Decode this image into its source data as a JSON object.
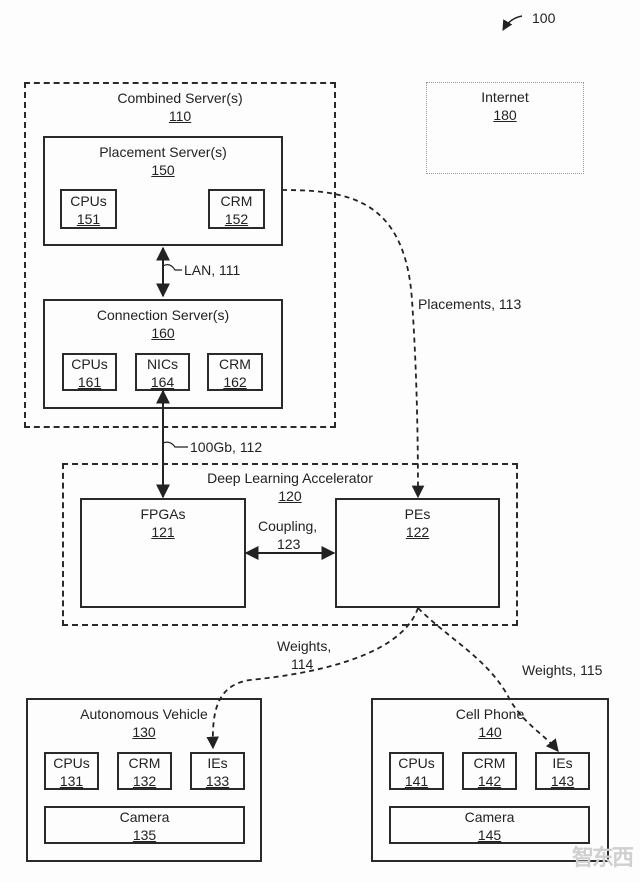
{
  "figure_ref": "100",
  "internet": {
    "title": "Internet",
    "ref": "180"
  },
  "combined_servers": {
    "title": "Combined Server(s)",
    "ref": "110"
  },
  "placement_server": {
    "title": "Placement Server(s)",
    "ref": "150",
    "components": [
      {
        "title": "CPUs",
        "ref": "151"
      },
      {
        "title": "CRM",
        "ref": "152"
      }
    ]
  },
  "connection_server": {
    "title": "Connection Server(s)",
    "ref": "160",
    "components": [
      {
        "title": "CPUs",
        "ref": "161"
      },
      {
        "title": "NICs",
        "ref": "164"
      },
      {
        "title": "CRM",
        "ref": "162"
      }
    ]
  },
  "accelerator": {
    "title": "Deep Learning Accelerator",
    "ref": "120",
    "fpgas": {
      "title": "FPGAs",
      "ref": "121"
    },
    "pes": {
      "title": "PEs",
      "ref": "122"
    },
    "coupling": {
      "label": "Coupling,",
      "ref": "123"
    }
  },
  "vehicle": {
    "title": "Autonomous Vehicle",
    "ref": "130",
    "components": [
      {
        "title": "CPUs",
        "ref": "131"
      },
      {
        "title": "CRM",
        "ref": "132"
      },
      {
        "title": "IEs",
        "ref": "133"
      }
    ],
    "camera": {
      "title": "Camera",
      "ref": "135"
    }
  },
  "phone": {
    "title": "Cell Phone",
    "ref": "140",
    "components": [
      {
        "title": "CPUs",
        "ref": "141"
      },
      {
        "title": "CRM",
        "ref": "142"
      },
      {
        "title": "IEs",
        "ref": "143"
      }
    ],
    "camera": {
      "title": "Camera",
      "ref": "145"
    }
  },
  "connections": {
    "lan": "LAN, 111",
    "link100gb": "100Gb, 112",
    "placements": "Placements, 113",
    "weights114_a": "Weights,",
    "weights114_b": "114",
    "weights115": "Weights, 115"
  },
  "watermark": "智东西"
}
